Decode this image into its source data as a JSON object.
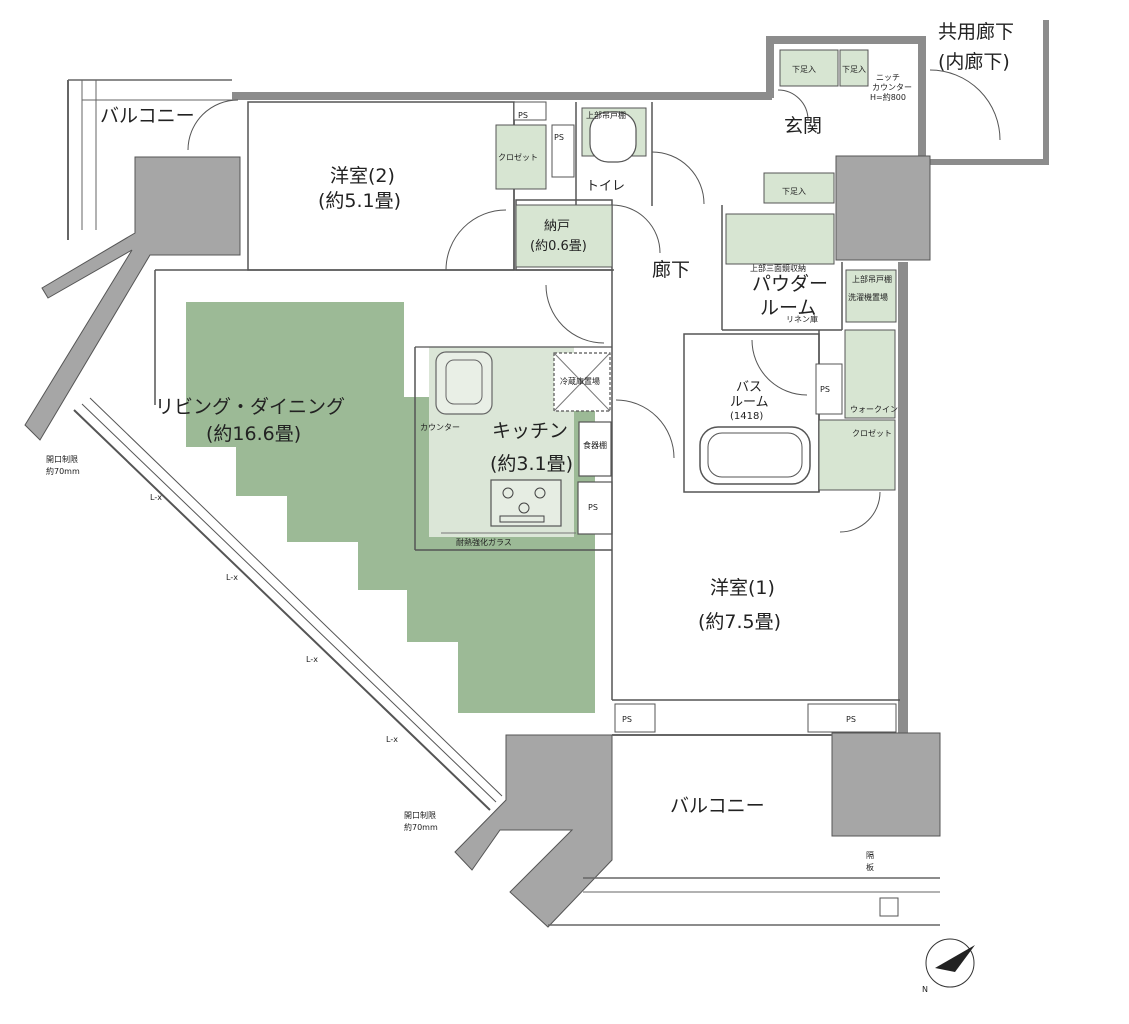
{
  "rooms": {
    "common_corridor": "共用廊下",
    "inner_corridor": "(内廊下)",
    "balcony_top": "バルコニー",
    "bedroom2_name": "洋室(2)",
    "bedroom2_size": "(約5.1畳)",
    "toilet": "トイレ",
    "storage_name": "納戸",
    "storage_size": "(約0.6畳)",
    "entrance": "玄関",
    "hallway": "廊下",
    "powder_room_1": "パウダー",
    "powder_room_2": "ルーム",
    "living_name": "リビング・ダイニング",
    "living_size": "(約16.6畳)",
    "kitchen_name": "キッチン",
    "kitchen_size": "(約3.1畳)",
    "bath_1": "バス",
    "bath_2": "ルーム",
    "bath_size": "(1418)",
    "bedroom1_name": "洋室(1)",
    "bedroom1_size": "(約7.5畳)",
    "balcony_bottom": "バルコニー"
  },
  "small_labels": {
    "ps": "PS",
    "closet": "クロゼット",
    "upper_cabinet_toilet": "上部吊戸棚",
    "shoe_box": "下足入",
    "niche_counter_1": "ニッチ",
    "niche_counter_2": "カウンター",
    "niche_counter_3": "H=約800",
    "upper_mirror_storage": "上部三面鏡収納",
    "laundry": "洗濯機置場",
    "upper_cabinet_laundry": "上部吊戸棚",
    "linen_shelf": "リネン庫",
    "fridge": "冷蔵庫置場",
    "counter": "カウンター",
    "cupboard": "食器棚",
    "glass": "耐熱強化ガラス",
    "walk_in_1": "ウォークイン",
    "walk_in_2": "クロゼット",
    "opening_limit_1": "開口制限",
    "opening_limit_2": "約70mm",
    "partition_1": "隔",
    "partition_2": "板",
    "sash": "L-x",
    "compass_n": "N"
  },
  "colors": {
    "wall": "#8c8c8c",
    "column": "#a6a6a6",
    "living_fill": "#9cba96",
    "kitchen_fill": "#dbe6d7",
    "fixture_fill": "#d7e5d2",
    "line": "#555555"
  }
}
